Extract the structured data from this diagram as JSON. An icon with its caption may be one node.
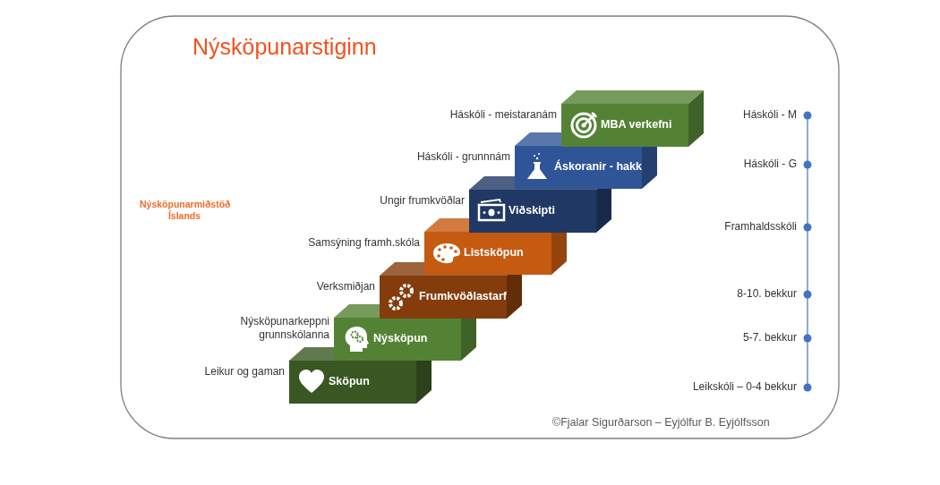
{
  "diagram": {
    "title": "Nýsköpunarstiginn",
    "nodes": [
      {
        "text": [
          "MBA verkefni"
        ],
        "beside": [
          "Háskóli - meistaranám"
        ]
      },
      {
        "text": [
          "Áskoranir - hakk"
        ],
        "beside": [
          "Háskóli - grunnnám"
        ]
      },
      {
        "text": [
          "Viðskipti"
        ],
        "beside": [
          "Ungir frumkvöðlar"
        ]
      },
      {
        "text": [
          "Listsköpun"
        ],
        "beside": [
          "Samsýning framh.skóla"
        ]
      },
      {
        "text": [
          "Frumkvöðlastarf"
        ],
        "beside": [
          "Verksmiðjan"
        ]
      },
      {
        "text": [
          "Nýsköpun"
        ],
        "beside": [
          "Nýsköpunarkeppni grunnskólanna"
        ]
      },
      {
        "text": [
          "Sköpun"
        ],
        "beside": [
          "Leikur og gaman"
        ]
      }
    ],
    "labels": [
      "Nýsköpunarmiðstöð Íslands",
      "Háskóli - M",
      "Háskóli - G",
      "Framhaldsskóli",
      "8-10. bekkur",
      "5-7. bekkur",
      "Leikskóli – 0-4 bekkur",
      "©Fjalar Sigurðarson – Eyjólfur B. Eyjólfsson"
    ]
  }
}
